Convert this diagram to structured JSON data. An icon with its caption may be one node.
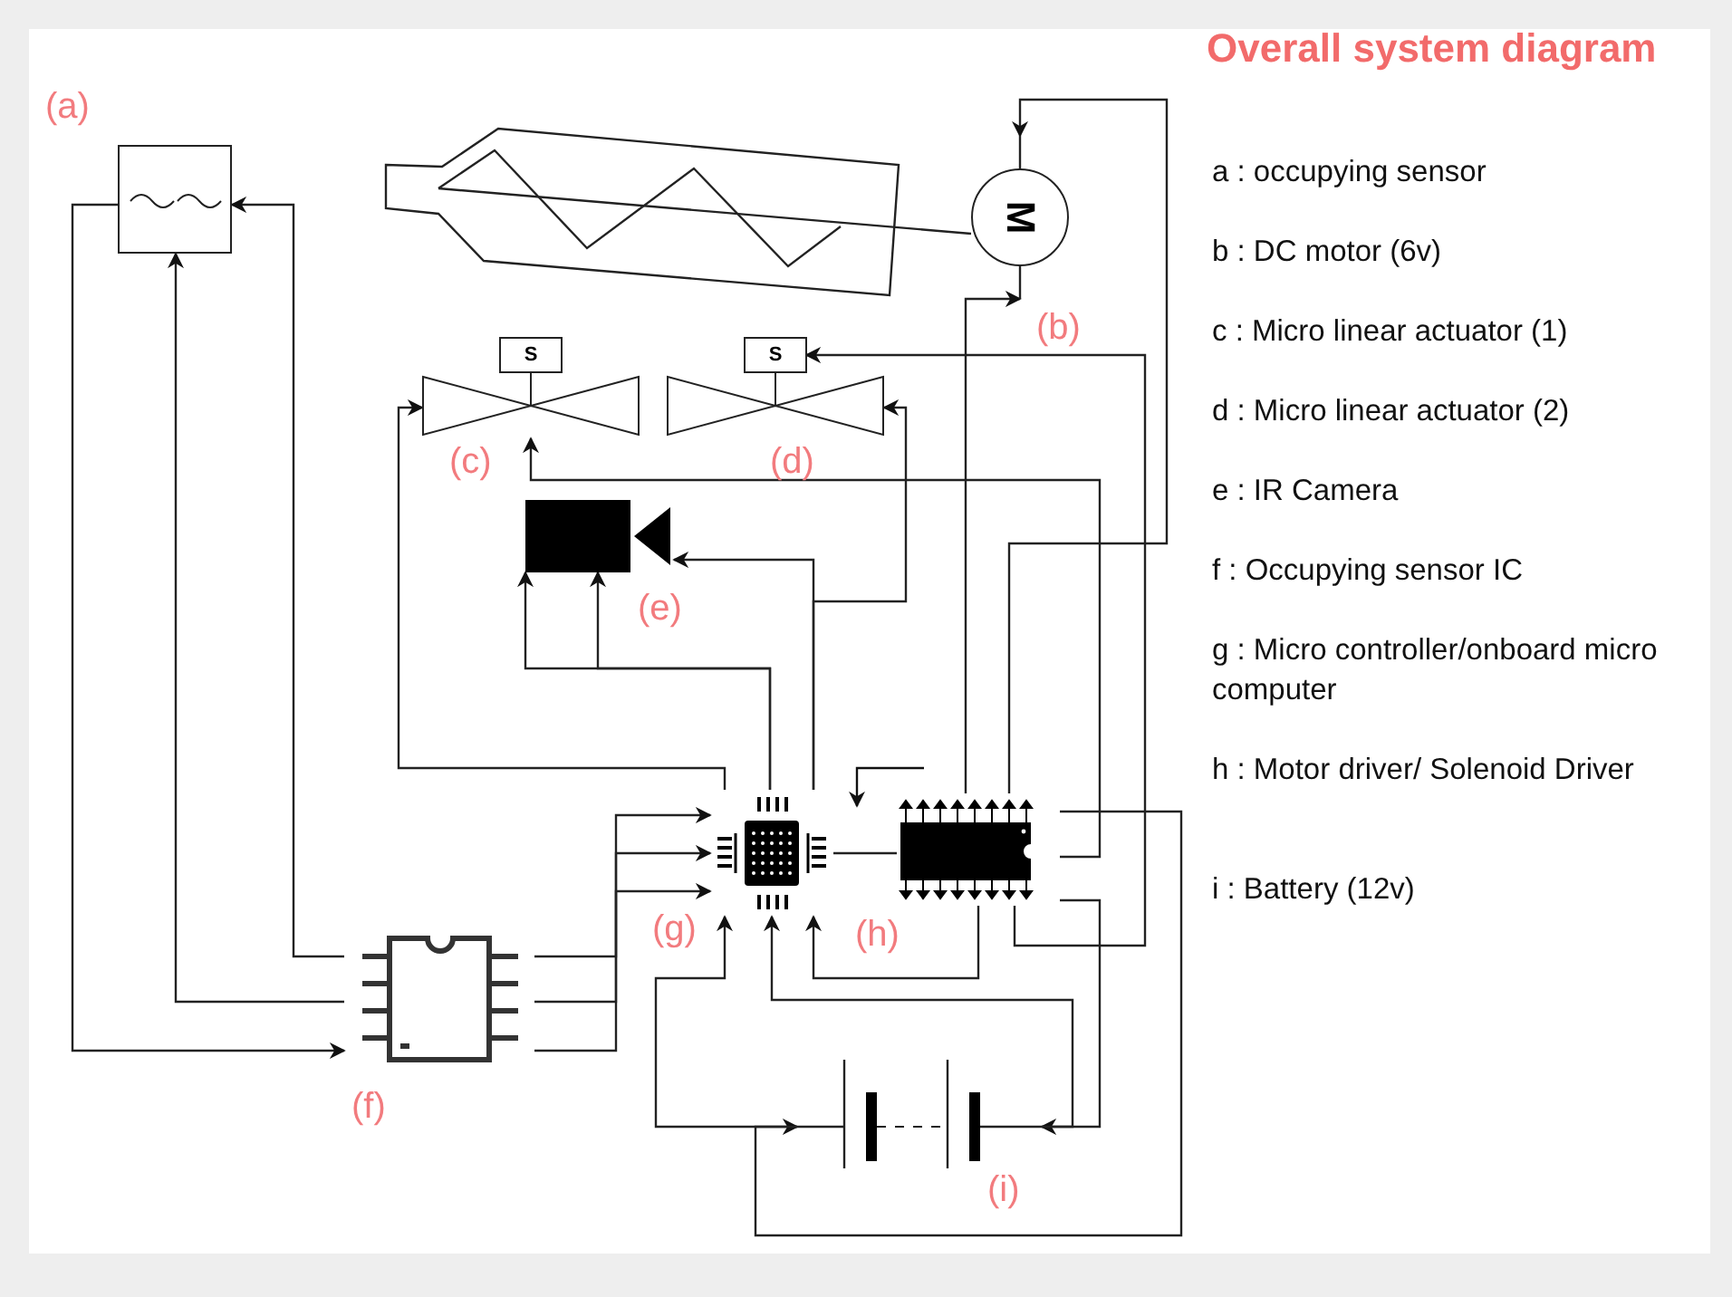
{
  "diagram": {
    "title": "Overall system diagram",
    "nodes": [
      {
        "text": [],
        "shape": "box",
        "beside": [
          "(a)"
        ]
      },
      {
        "text": [
          "M"
        ],
        "beside": [
          "(b)"
        ]
      },
      {
        "text": [
          "S"
        ],
        "beside": [
          "(c)"
        ]
      },
      {
        "text": [
          "S"
        ],
        "beside": [
          "(d)"
        ]
      },
      {
        "text": [],
        "shape": "camera",
        "beside": [
          "(e)"
        ]
      },
      {
        "text": [],
        "shape": "chip",
        "beside": [
          "(f)"
        ]
      },
      {
        "text": [],
        "shape": "chip",
        "beside": [
          "(g)"
        ]
      },
      {
        "text": [],
        "shape": "chip",
        "beside": [
          "(h)"
        ]
      },
      {
        "text": [],
        "shape": "battery",
        "beside": [
          "(i)"
        ]
      }
    ],
    "edges": [
      {
        "from": 5,
        "to": 0,
        "arrow": "to"
      },
      {
        "from": 5,
        "to": 0,
        "arrow": "to"
      },
      {
        "from": 0,
        "to": 5,
        "arrow": "to"
      },
      {
        "from": 5,
        "to": 6,
        "arrow": "to"
      },
      {
        "from": 5,
        "to": 6,
        "arrow": "to"
      },
      {
        "from": 5,
        "to": 6,
        "arrow": "to"
      },
      {
        "from": 6,
        "to": 2,
        "arrow": "to"
      },
      {
        "from": 6,
        "to": 4,
        "arrow": "to"
      },
      {
        "from": 6,
        "to": 4,
        "arrow": "to"
      },
      {
        "from": 6,
        "to": 4,
        "arrow": "to"
      },
      {
        "from": 6,
        "to": 3,
        "arrow": "to"
      },
      {
        "from": 7,
        "to": 2,
        "arrow": "to"
      },
      {
        "from": 7,
        "to": 3,
        "arrow": "to"
      },
      {
        "from": 7,
        "to": 1,
        "arrow": "to"
      },
      {
        "from": 7,
        "to": 1,
        "arrow": "to"
      },
      {
        "from": 7,
        "to": 8,
        "arrow": "to"
      },
      {
        "from": 7,
        "to": 8,
        "arrow": "to"
      },
      {
        "from": 8,
        "to": 6,
        "arrow": "to"
      },
      {
        "from": 8,
        "to": 6,
        "arrow": "to"
      },
      {
        "from": 7,
        "to": 6,
        "arrow": "to"
      },
      {
        "from": 6,
        "to": 7,
        "arrow": "none"
      }
    ],
    "labels": [
      "a : occupying sensor",
      "b : DC motor (6v)",
      "c : Micro linear actuator (1)",
      "d : Micro linear actuator (2)",
      "e : IR Camera",
      "f : Occupying sensor IC",
      "g : Micro controller/onboard micro computer",
      "h : Motor driver/ Solenoid Driver",
      "i : Battery (12v)"
    ]
  }
}
